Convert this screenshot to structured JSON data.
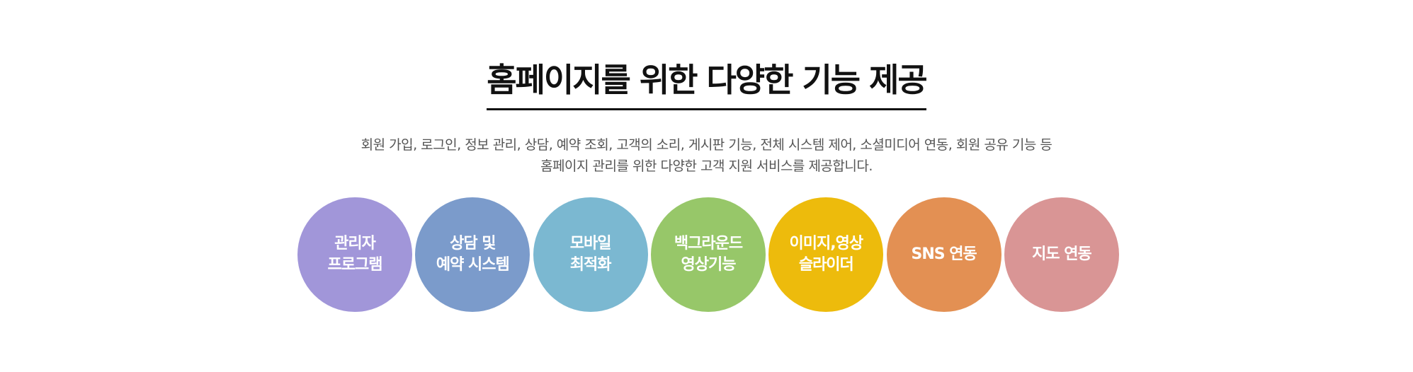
{
  "header": {
    "title": "홈페이지를 위한 다양한 기능 제공"
  },
  "description": {
    "line1": "회원 가입, 로그인, 정보 관리, 상담, 예약 조회, 고객의 소리, 게시판 기능, 전체 시스템 제어, 소셜미디어 연동, 회원 공유 기능 등",
    "line2": "홈페이지 관리를 위한 다양한 고객 지원 서비스를 제공합니다."
  },
  "features": [
    {
      "line1": "관리자",
      "line2": "프로그램",
      "color": "#A196D9"
    },
    {
      "line1": "상담 및",
      "line2": "예약 시스템",
      "color": "#7B9BCB"
    },
    {
      "line1": "모바일",
      "line2": "최적화",
      "color": "#7BB8D1"
    },
    {
      "line1": "백그라운드",
      "line2": "영상기능",
      "color": "#97C769"
    },
    {
      "line1": "이미지,영상",
      "line2": "슬라이더",
      "color": "#EDBB0C"
    },
    {
      "line1": "SNS 연동",
      "line2": "",
      "color": "#E39053"
    },
    {
      "line1": "지도 연동",
      "line2": "",
      "color": "#D99595"
    }
  ]
}
